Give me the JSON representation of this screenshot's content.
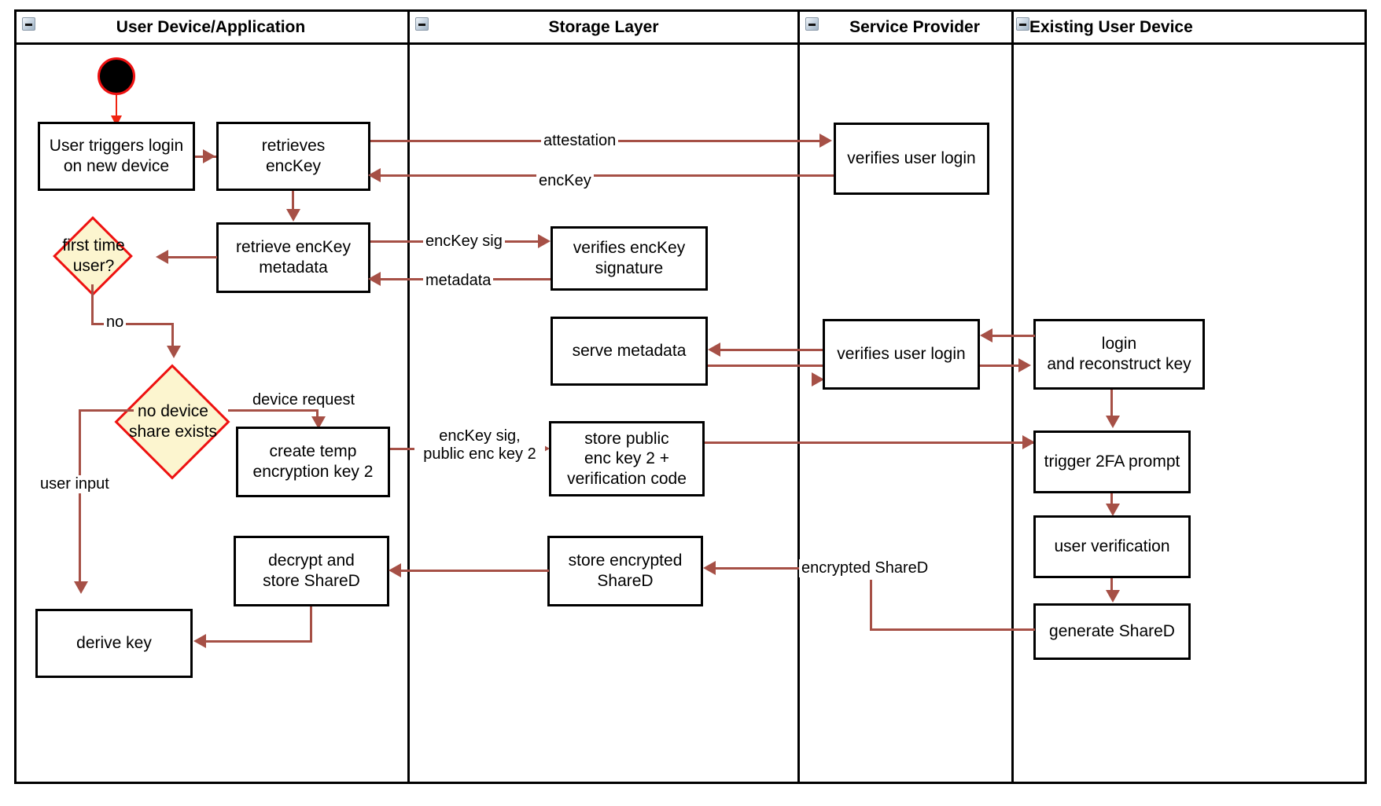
{
  "diagram": {
    "type": "uml-activity-swimlane",
    "title": "",
    "colors": {
      "edge": "#a65046",
      "start_edge": "#f02311",
      "decision_fill": "#fcf5cf",
      "decision_border": "#ee1111",
      "node_border": "#000000",
      "node_fill": "#ffffff"
    }
  },
  "lanes": [
    {
      "id": "user-device-application",
      "label": "User Device/Application",
      "collapse_icon": "collapse-icon"
    },
    {
      "id": "storage-layer",
      "label": "Storage Layer",
      "collapse_icon": "collapse-icon"
    },
    {
      "id": "service-provider",
      "label": "Service Provider",
      "collapse_icon": "collapse-icon"
    },
    {
      "id": "existing-user-device",
      "label": "Existing User Device",
      "collapse_icon": "collapse-icon"
    }
  ],
  "nodes": {
    "start": {
      "kind": "initial-node",
      "lane": "user-device-application",
      "label": ""
    },
    "user_triggers_login": {
      "kind": "action",
      "lane": "user-device-application",
      "label": "User triggers login\non new device"
    },
    "retrieves_enckey": {
      "kind": "action",
      "lane": "user-device-application",
      "label": "retrieves\nencKey"
    },
    "retrieve_enckey_metadata": {
      "kind": "action",
      "lane": "user-device-application",
      "label": "retrieve encKey\nmetadata"
    },
    "first_time_user": {
      "kind": "decision",
      "lane": "user-device-application",
      "label": "first time\nuser?"
    },
    "no_device_share_exists": {
      "kind": "decision",
      "lane": "user-device-application",
      "label": "no device\nshare exists"
    },
    "create_temp_encryption_key_2": {
      "kind": "action",
      "lane": "user-device-application",
      "label": "create temp\nencryption key 2"
    },
    "decrypt_and_store_shared": {
      "kind": "action",
      "lane": "user-device-application",
      "label": "decrypt and\nstore ShareD"
    },
    "derive_key": {
      "kind": "action",
      "lane": "user-device-application",
      "label": "derive key"
    },
    "verifies_enckey_signature": {
      "kind": "action",
      "lane": "storage-layer",
      "label": "verifies encKey\nsignature"
    },
    "serve_metadata": {
      "kind": "action",
      "lane": "storage-layer",
      "label": "serve metadata"
    },
    "store_public_enc_key_2": {
      "kind": "action",
      "lane": "storage-layer",
      "label": "store public\nenc key 2 +\nverification code"
    },
    "store_encrypted_shared": {
      "kind": "action",
      "lane": "storage-layer",
      "label": "store encrypted\nShareD"
    },
    "verifies_user_login_1": {
      "kind": "action",
      "lane": "service-provider",
      "label": "verifies user login"
    },
    "verifies_user_login_2": {
      "kind": "action",
      "lane": "service-provider",
      "label": "verifies user login"
    },
    "login_and_reconstruct_key": {
      "kind": "action",
      "lane": "existing-user-device",
      "label": "login\nand reconstruct key"
    },
    "trigger_2fa_prompt": {
      "kind": "action",
      "lane": "existing-user-device",
      "label": "trigger 2FA prompt"
    },
    "user_verification": {
      "kind": "action",
      "lane": "existing-user-device",
      "label": "user verification"
    },
    "generate_shared": {
      "kind": "action",
      "lane": "existing-user-device",
      "label": "generate ShareD"
    }
  },
  "edge_labels": {
    "attestation": "attestation",
    "enckey": "encKey",
    "enckey_sig": "encKey sig",
    "metadata": "metadata",
    "no": "no",
    "device_request": "device request",
    "enckey_sig_public_enc_key_2_line1": "encKey sig,",
    "enckey_sig_public_enc_key_2_line2": "public enc key 2",
    "user_input": "user input",
    "encrypted_shared": "encrypted ShareD"
  },
  "edges": [
    {
      "from": "start",
      "to": "user_triggers_login",
      "label": ""
    },
    {
      "from": "user_triggers_login",
      "to": "retrieves_enckey",
      "label": ""
    },
    {
      "from": "retrieves_enckey",
      "to": "verifies_user_login_1",
      "label": "attestation"
    },
    {
      "from": "verifies_user_login_1",
      "to": "retrieves_enckey",
      "label": "encKey"
    },
    {
      "from": "retrieves_enckey",
      "to": "retrieve_enckey_metadata",
      "label": ""
    },
    {
      "from": "retrieve_enckey_metadata",
      "to": "first_time_user",
      "label": ""
    },
    {
      "from": "retrieve_enckey_metadata",
      "to": "verifies_enckey_signature",
      "label": "encKey sig"
    },
    {
      "from": "verifies_enckey_signature",
      "to": "retrieve_enckey_metadata",
      "label": "metadata"
    },
    {
      "from": "first_time_user",
      "to": "no_device_share_exists",
      "label": "no"
    },
    {
      "from": "no_device_share_exists",
      "to": "create_temp_encryption_key_2",
      "label": "device request"
    },
    {
      "from": "no_device_share_exists",
      "to": "derive_key",
      "label": "user input"
    },
    {
      "from": "create_temp_encryption_key_2",
      "to": "store_public_enc_key_2",
      "label": "encKey sig, public enc key 2"
    },
    {
      "from": "login_and_reconstruct_key",
      "to": "verifies_user_login_2",
      "label": ""
    },
    {
      "from": "verifies_user_login_2",
      "to": "serve_metadata",
      "label": ""
    },
    {
      "from": "serve_metadata",
      "to": "verifies_user_login_2",
      "label": ""
    },
    {
      "from": "verifies_user_login_2",
      "to": "login_and_reconstruct_key",
      "label": ""
    },
    {
      "from": "login_and_reconstruct_key",
      "to": "trigger_2fa_prompt",
      "label": ""
    },
    {
      "from": "store_public_enc_key_2",
      "to": "trigger_2fa_prompt",
      "label": ""
    },
    {
      "from": "trigger_2fa_prompt",
      "to": "user_verification",
      "label": ""
    },
    {
      "from": "user_verification",
      "to": "generate_shared",
      "label": ""
    },
    {
      "from": "generate_shared",
      "to": "store_encrypted_shared",
      "label": "encrypted ShareD"
    },
    {
      "from": "store_encrypted_shared",
      "to": "decrypt_and_store_shared",
      "label": ""
    },
    {
      "from": "decrypt_and_store_shared",
      "to": "derive_key",
      "label": ""
    }
  ]
}
